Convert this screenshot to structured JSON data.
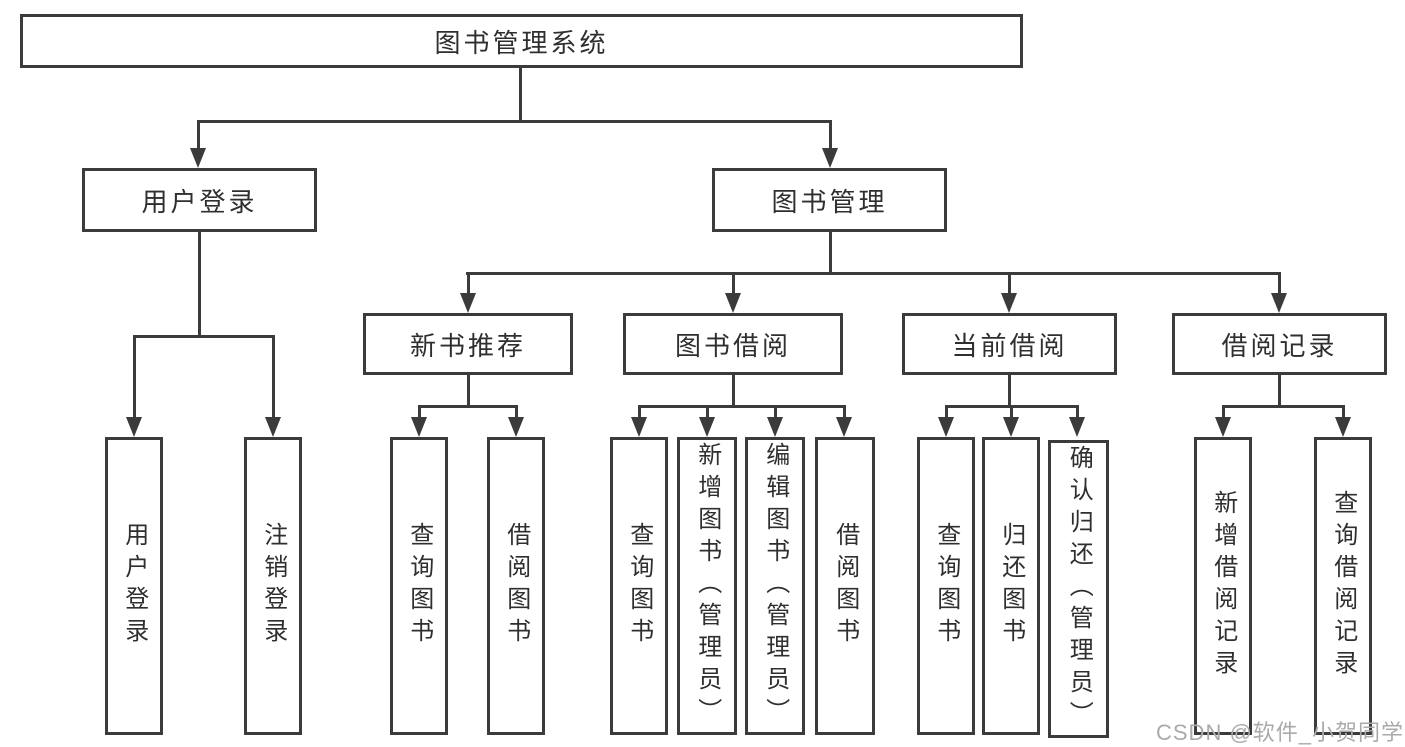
{
  "nodes": {
    "root": {
      "label": "图书管理系统"
    },
    "user_login": {
      "label": "用户登录"
    },
    "book_mgmt": {
      "label": "图书管理"
    },
    "new_book": {
      "label": "新书推荐"
    },
    "book_borrow": {
      "label": "图书借阅"
    },
    "current_borrow": {
      "label": "当前借阅"
    },
    "borrow_records": {
      "label": "借阅记录"
    },
    "ul_login": {
      "label": "用户登录"
    },
    "ul_logout": {
      "label": "注销登录"
    },
    "nb_query": {
      "label": "查询图书"
    },
    "nb_borrow": {
      "label": "借阅图书"
    },
    "bb_query": {
      "label": "查询图书"
    },
    "bb_add": {
      "label": "新增图书（管理员）"
    },
    "bb_edit": {
      "label": "编辑图书（管理员）"
    },
    "bb_borrow": {
      "label": "借阅图书"
    },
    "cb_query": {
      "label": "查询图书"
    },
    "cb_return": {
      "label": "归还图书"
    },
    "cb_confirm": {
      "label": "确认归还（管理员）"
    },
    "br_add": {
      "label": "新增借阅记录"
    },
    "br_query": {
      "label": "查询借阅记录"
    }
  },
  "watermark": {
    "text": "CSDN @软件_小贺同学"
  },
  "colors": {
    "line": "#3b3b3b",
    "text": "#2f2f2f",
    "watermark_color": "#aaaaaa"
  }
}
